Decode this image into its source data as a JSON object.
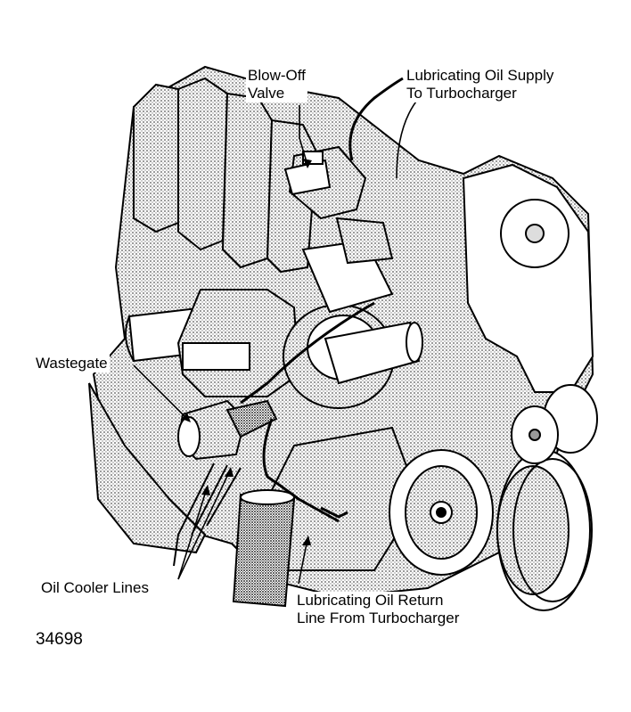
{
  "labels": {
    "blow_off_valve": [
      "Blow-Off",
      "Valve"
    ],
    "lube_supply": [
      "Lubricating Oil Supply",
      "To Turbocharger"
    ],
    "wastegate": "Wastegate",
    "oil_cooler_lines": "Oil Cooler Lines",
    "lube_return": [
      "Lubricating Oil Return",
      "Line From Turbocharger"
    ]
  },
  "figure_number": "34698",
  "colors": {
    "ink": "#000000",
    "shade": "#8a8a8a",
    "light_shade": "#c4c4c4",
    "paper": "#ffffff"
  }
}
